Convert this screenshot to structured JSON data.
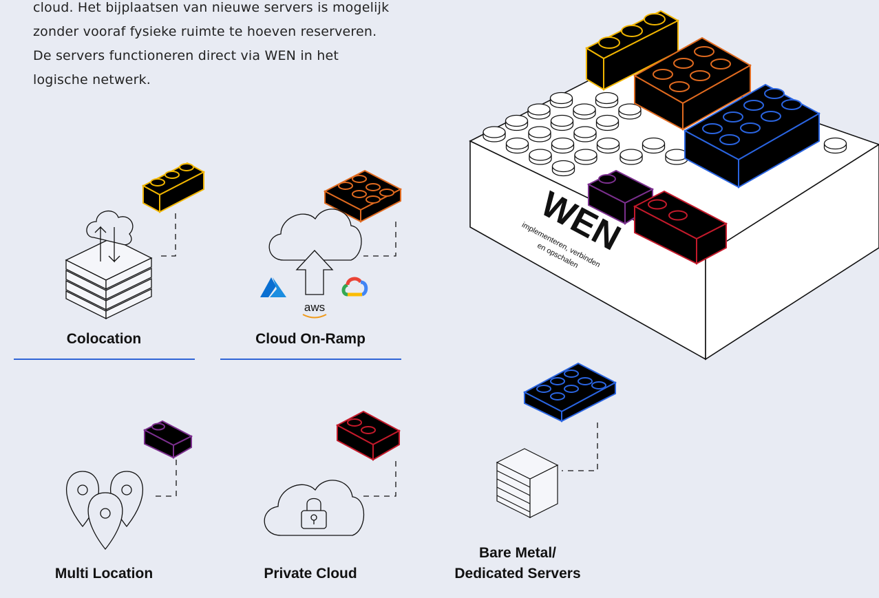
{
  "intro": {
    "line1": "cloud. Het bijplaatsen van nieuwe servers is mogelijk",
    "line2": "zonder vooraf fysieke ruimte te hoeven reserveren.",
    "line3": "De servers functioneren direct via WEN in het",
    "line4": "logische netwerk."
  },
  "services": [
    {
      "label": "Colocation",
      "brick_color": "#f2b600",
      "icon": "server-stack-cloud-sync-icon"
    },
    {
      "label": "Cloud On-Ramp",
      "brick_color": "#e06a1f",
      "icon": "cloud-upload-icon"
    },
    {
      "label": "Multi Location",
      "brick_color": "#7b2f8e",
      "icon": "location-pins-icon"
    },
    {
      "label": "Private Cloud",
      "brick_color": "#c41a2b",
      "icon": "cloud-lock-icon"
    },
    {
      "label_line1": "Bare Metal/",
      "label_line2": "Dedicated Servers",
      "brick_color": "#2a64e0",
      "icon": "server-rack-icon"
    }
  ],
  "cloud_providers": {
    "aws": "aws"
  },
  "platform": {
    "name": "WEN",
    "tagline_line1": "implementeren, verbinden",
    "tagline_line2": "en opschalen"
  },
  "accent": "#2f64d6"
}
